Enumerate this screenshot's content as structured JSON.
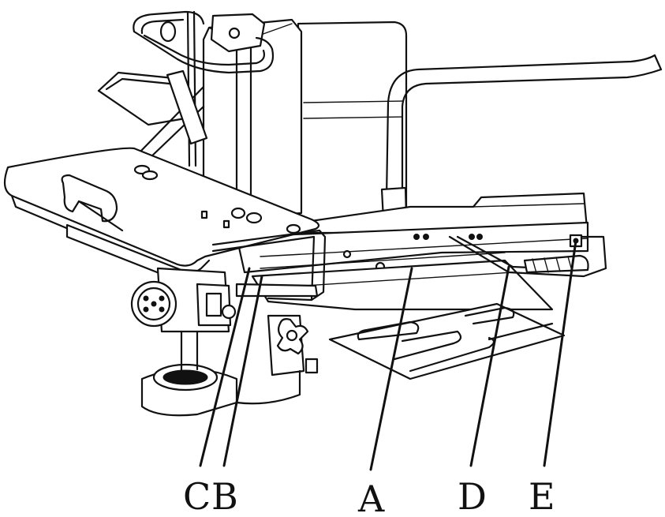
{
  "callouts": [
    {
      "key": "C",
      "text": "C"
    },
    {
      "key": "B",
      "text": "B"
    },
    {
      "key": "A",
      "text": "A"
    },
    {
      "key": "D",
      "text": "D"
    },
    {
      "key": "E",
      "text": "E"
    }
  ],
  "colors": {
    "line": "#111111",
    "background": "#ffffff"
  }
}
